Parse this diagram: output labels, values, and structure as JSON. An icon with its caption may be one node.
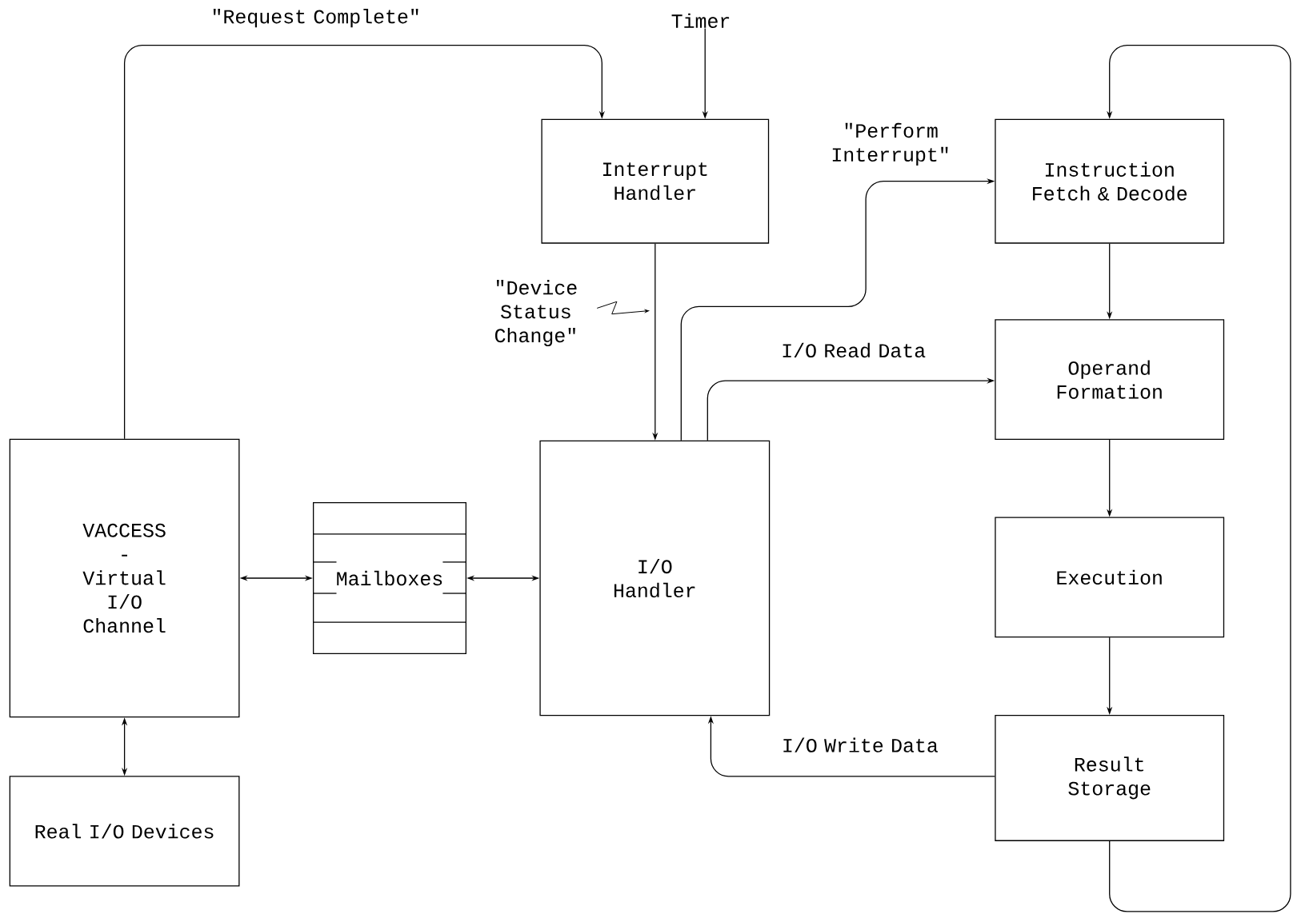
{
  "diagram": {
    "nodes": [
      {
        "text": [
          "Interrupt Handler"
        ]
      },
      {
        "text": [
          "Instruction Fetch & Decode"
        ]
      },
      {
        "text": [
          "Operand Formation"
        ]
      },
      {
        "text": [
          "VACCESS - Virtual I/O Channel"
        ]
      },
      {
        "text": [
          "Mailboxes"
        ]
      },
      {
        "text": [
          "I/O Handler"
        ]
      },
      {
        "text": [
          "Execution"
        ]
      },
      {
        "text": [
          "Result Storage"
        ]
      },
      {
        "text": [
          "Real I/O Devices"
        ]
      },
      {
        "text": [
          "Timer"
        ]
      }
    ],
    "edges": [
      {
        "from": 3,
        "to": 0,
        "arrow": "to",
        "label": "\"Request Complete\""
      },
      {
        "from": 9,
        "to": 0,
        "arrow": "to"
      },
      {
        "from": 0,
        "to": 5,
        "arrow": "to",
        "label": "\"Device Status Change\""
      },
      {
        "from": 5,
        "to": 1,
        "arrow": "to",
        "label": "\"Perform Interrupt\""
      },
      {
        "from": 5,
        "to": 2,
        "arrow": "to",
        "label": "I/O Read Data"
      },
      {
        "from": 1,
        "to": 2,
        "arrow": "to"
      },
      {
        "from": 2,
        "to": 6,
        "arrow": "to"
      },
      {
        "from": 6,
        "to": 7,
        "arrow": "to"
      },
      {
        "from": 7,
        "to": 5,
        "arrow": "to",
        "label": "I/O Write Data"
      },
      {
        "from": 7,
        "to": 1,
        "arrow": "to"
      },
      {
        "from": 3,
        "to": 4,
        "arrow": "both"
      },
      {
        "from": 4,
        "to": 5,
        "arrow": "both"
      },
      {
        "from": 3,
        "to": 8,
        "arrow": "both"
      }
    ]
  }
}
